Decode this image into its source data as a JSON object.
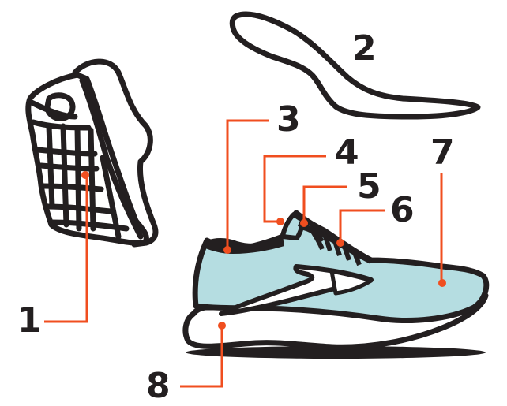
{
  "diagram": {
    "subject": "running shoe anatomy",
    "colors": {
      "outline": "#231f20",
      "callout": "#f04e1f",
      "upper": "#b5dde1",
      "midsole": "#ffffff",
      "background": "#ffffff"
    },
    "callouts": [
      {
        "id": 1,
        "label": "1",
        "target": "outsole"
      },
      {
        "id": 2,
        "label": "2",
        "target": "insole"
      },
      {
        "id": 3,
        "label": "3",
        "target": "collar"
      },
      {
        "id": 4,
        "label": "4",
        "target": "tongue"
      },
      {
        "id": 5,
        "label": "5",
        "target": "laces"
      },
      {
        "id": 6,
        "label": "6",
        "target": "eyelets"
      },
      {
        "id": 7,
        "label": "7",
        "target": "upper"
      },
      {
        "id": 8,
        "label": "8",
        "target": "midsole"
      }
    ]
  }
}
